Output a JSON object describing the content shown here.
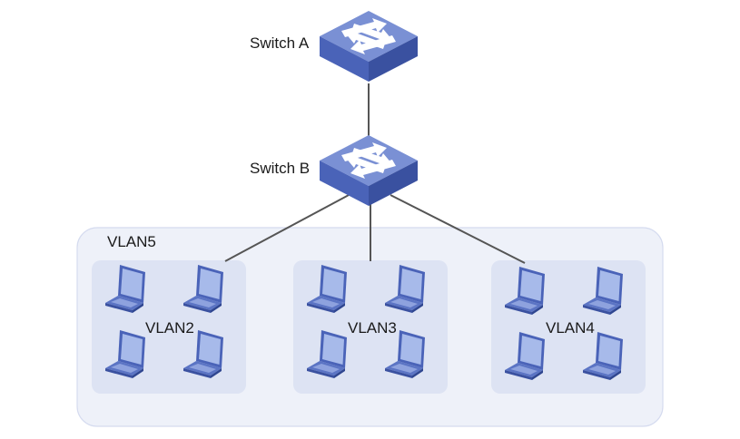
{
  "switches": [
    {
      "id": "switch-a",
      "label": "Switch A"
    },
    {
      "id": "switch-b",
      "label": "Switch B"
    }
  ],
  "outer_group": {
    "label": "VLAN5"
  },
  "groups": [
    {
      "id": "vlan2",
      "label": "VLAN2",
      "laptop_count": 4
    },
    {
      "id": "vlan3",
      "label": "VLAN3",
      "laptop_count": 4
    },
    {
      "id": "vlan4",
      "label": "VLAN4",
      "laptop_count": 4
    }
  ],
  "colors": {
    "switch_top": "#7a90d4",
    "switch_front": "#4a63b8",
    "switch_side": "#3a51a0",
    "arrow": "#ffffff",
    "outer_box": "#eef1f9",
    "outer_border": "#d5dbef",
    "inner_box": "#dde3f3",
    "link": "#555555",
    "laptop_screen": "#a7baea",
    "laptop_frame": "#4a63b8",
    "laptop_base": "#5b74c4"
  }
}
